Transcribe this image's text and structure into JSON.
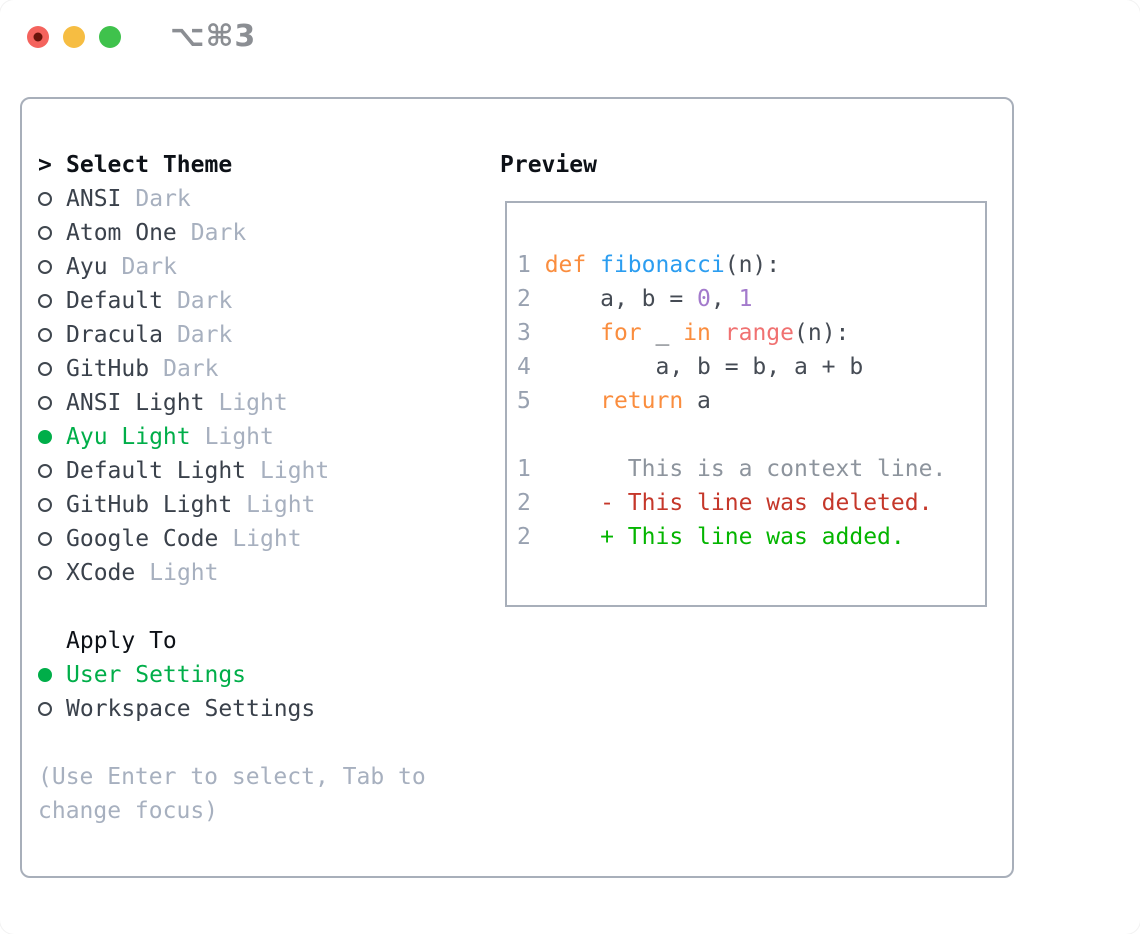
{
  "titlebar": {
    "shortcut_label": "⌥⌘3"
  },
  "colors": {
    "accent_green": "#00ae49",
    "panel_border": "#a8afba",
    "item_text": "#3a414b",
    "muted_text": "#a7b0bf",
    "header_text": "#0d1117",
    "titlebar_text": "#8b8e93",
    "traffic_red": "#f4635d",
    "traffic_red_dot": "#69140b",
    "traffic_yellow": "#f6bd42",
    "traffic_green": "#3fc24c"
  },
  "theme_panel": {
    "header_prefix": ">",
    "header": "Select Theme",
    "themes": [
      {
        "name": "ANSI",
        "variant": "Dark",
        "selected": false
      },
      {
        "name": "Atom One",
        "variant": "Dark",
        "selected": false
      },
      {
        "name": "Ayu",
        "variant": "Dark",
        "selected": false
      },
      {
        "name": "Default",
        "variant": "Dark",
        "selected": false
      },
      {
        "name": "Dracula",
        "variant": "Dark",
        "selected": false
      },
      {
        "name": "GitHub",
        "variant": "Dark",
        "selected": false
      },
      {
        "name": "ANSI Light",
        "variant": "Light",
        "selected": false
      },
      {
        "name": "Ayu Light",
        "variant": "Light",
        "selected": true
      },
      {
        "name": "Default Light",
        "variant": "Light",
        "selected": false
      },
      {
        "name": "GitHub Light",
        "variant": "Light",
        "selected": false
      },
      {
        "name": "Google Code",
        "variant": "Light",
        "selected": false
      },
      {
        "name": "XCode",
        "variant": "Light",
        "selected": false
      }
    ],
    "apply_to": {
      "header": "Apply To",
      "options": [
        {
          "label": "User Settings",
          "selected": true
        },
        {
          "label": "Workspace Settings",
          "selected": false
        }
      ]
    },
    "hint_lines": [
      "(Use Enter to select, Tab to",
      "change focus)"
    ]
  },
  "preview": {
    "header": "Preview",
    "token_colors": {
      "ln": "#98a1b0",
      "kw": "#fa8d3e",
      "fn": "#2b9df0",
      "num": "#a37acc",
      "call": "#f07171",
      "fg": "#454b54",
      "ctx": "#8d949d",
      "del": "#c5372a",
      "add": "#04b500"
    },
    "lines": [
      [
        [
          "1 ",
          "ln"
        ],
        [
          "def",
          "kw"
        ],
        [
          " ",
          "fg"
        ],
        [
          "fibonacci",
          "fn"
        ],
        [
          "(n):",
          "fg"
        ]
      ],
      [
        [
          "2 ",
          "ln"
        ],
        [
          "    a, b = ",
          "fg"
        ],
        [
          "0",
          "num"
        ],
        [
          ", ",
          "fg"
        ],
        [
          "1",
          "num"
        ]
      ],
      [
        [
          "3 ",
          "ln"
        ],
        [
          "    ",
          "fg"
        ],
        [
          "for",
          "kw"
        ],
        [
          " _ ",
          "fg"
        ],
        [
          "in",
          "kw"
        ],
        [
          " ",
          "fg"
        ],
        [
          "range",
          "call"
        ],
        [
          "(n):",
          "fg"
        ]
      ],
      [
        [
          "4 ",
          "ln"
        ],
        [
          "        a, b = b, a + b",
          "fg"
        ]
      ],
      [
        [
          "5 ",
          "ln"
        ],
        [
          "    ",
          "fg"
        ],
        [
          "return",
          "kw"
        ],
        [
          " a",
          "fg"
        ]
      ],
      [],
      [
        [
          "1",
          "ln"
        ],
        [
          "       This is a context line.",
          "ctx"
        ]
      ],
      [
        [
          "2",
          "ln"
        ],
        [
          "     ",
          "fg"
        ],
        [
          "- This line was deleted.",
          "del"
        ]
      ],
      [
        [
          "2",
          "ln"
        ],
        [
          "     ",
          "fg"
        ],
        [
          "+ This line was added.",
          "add"
        ]
      ]
    ]
  }
}
